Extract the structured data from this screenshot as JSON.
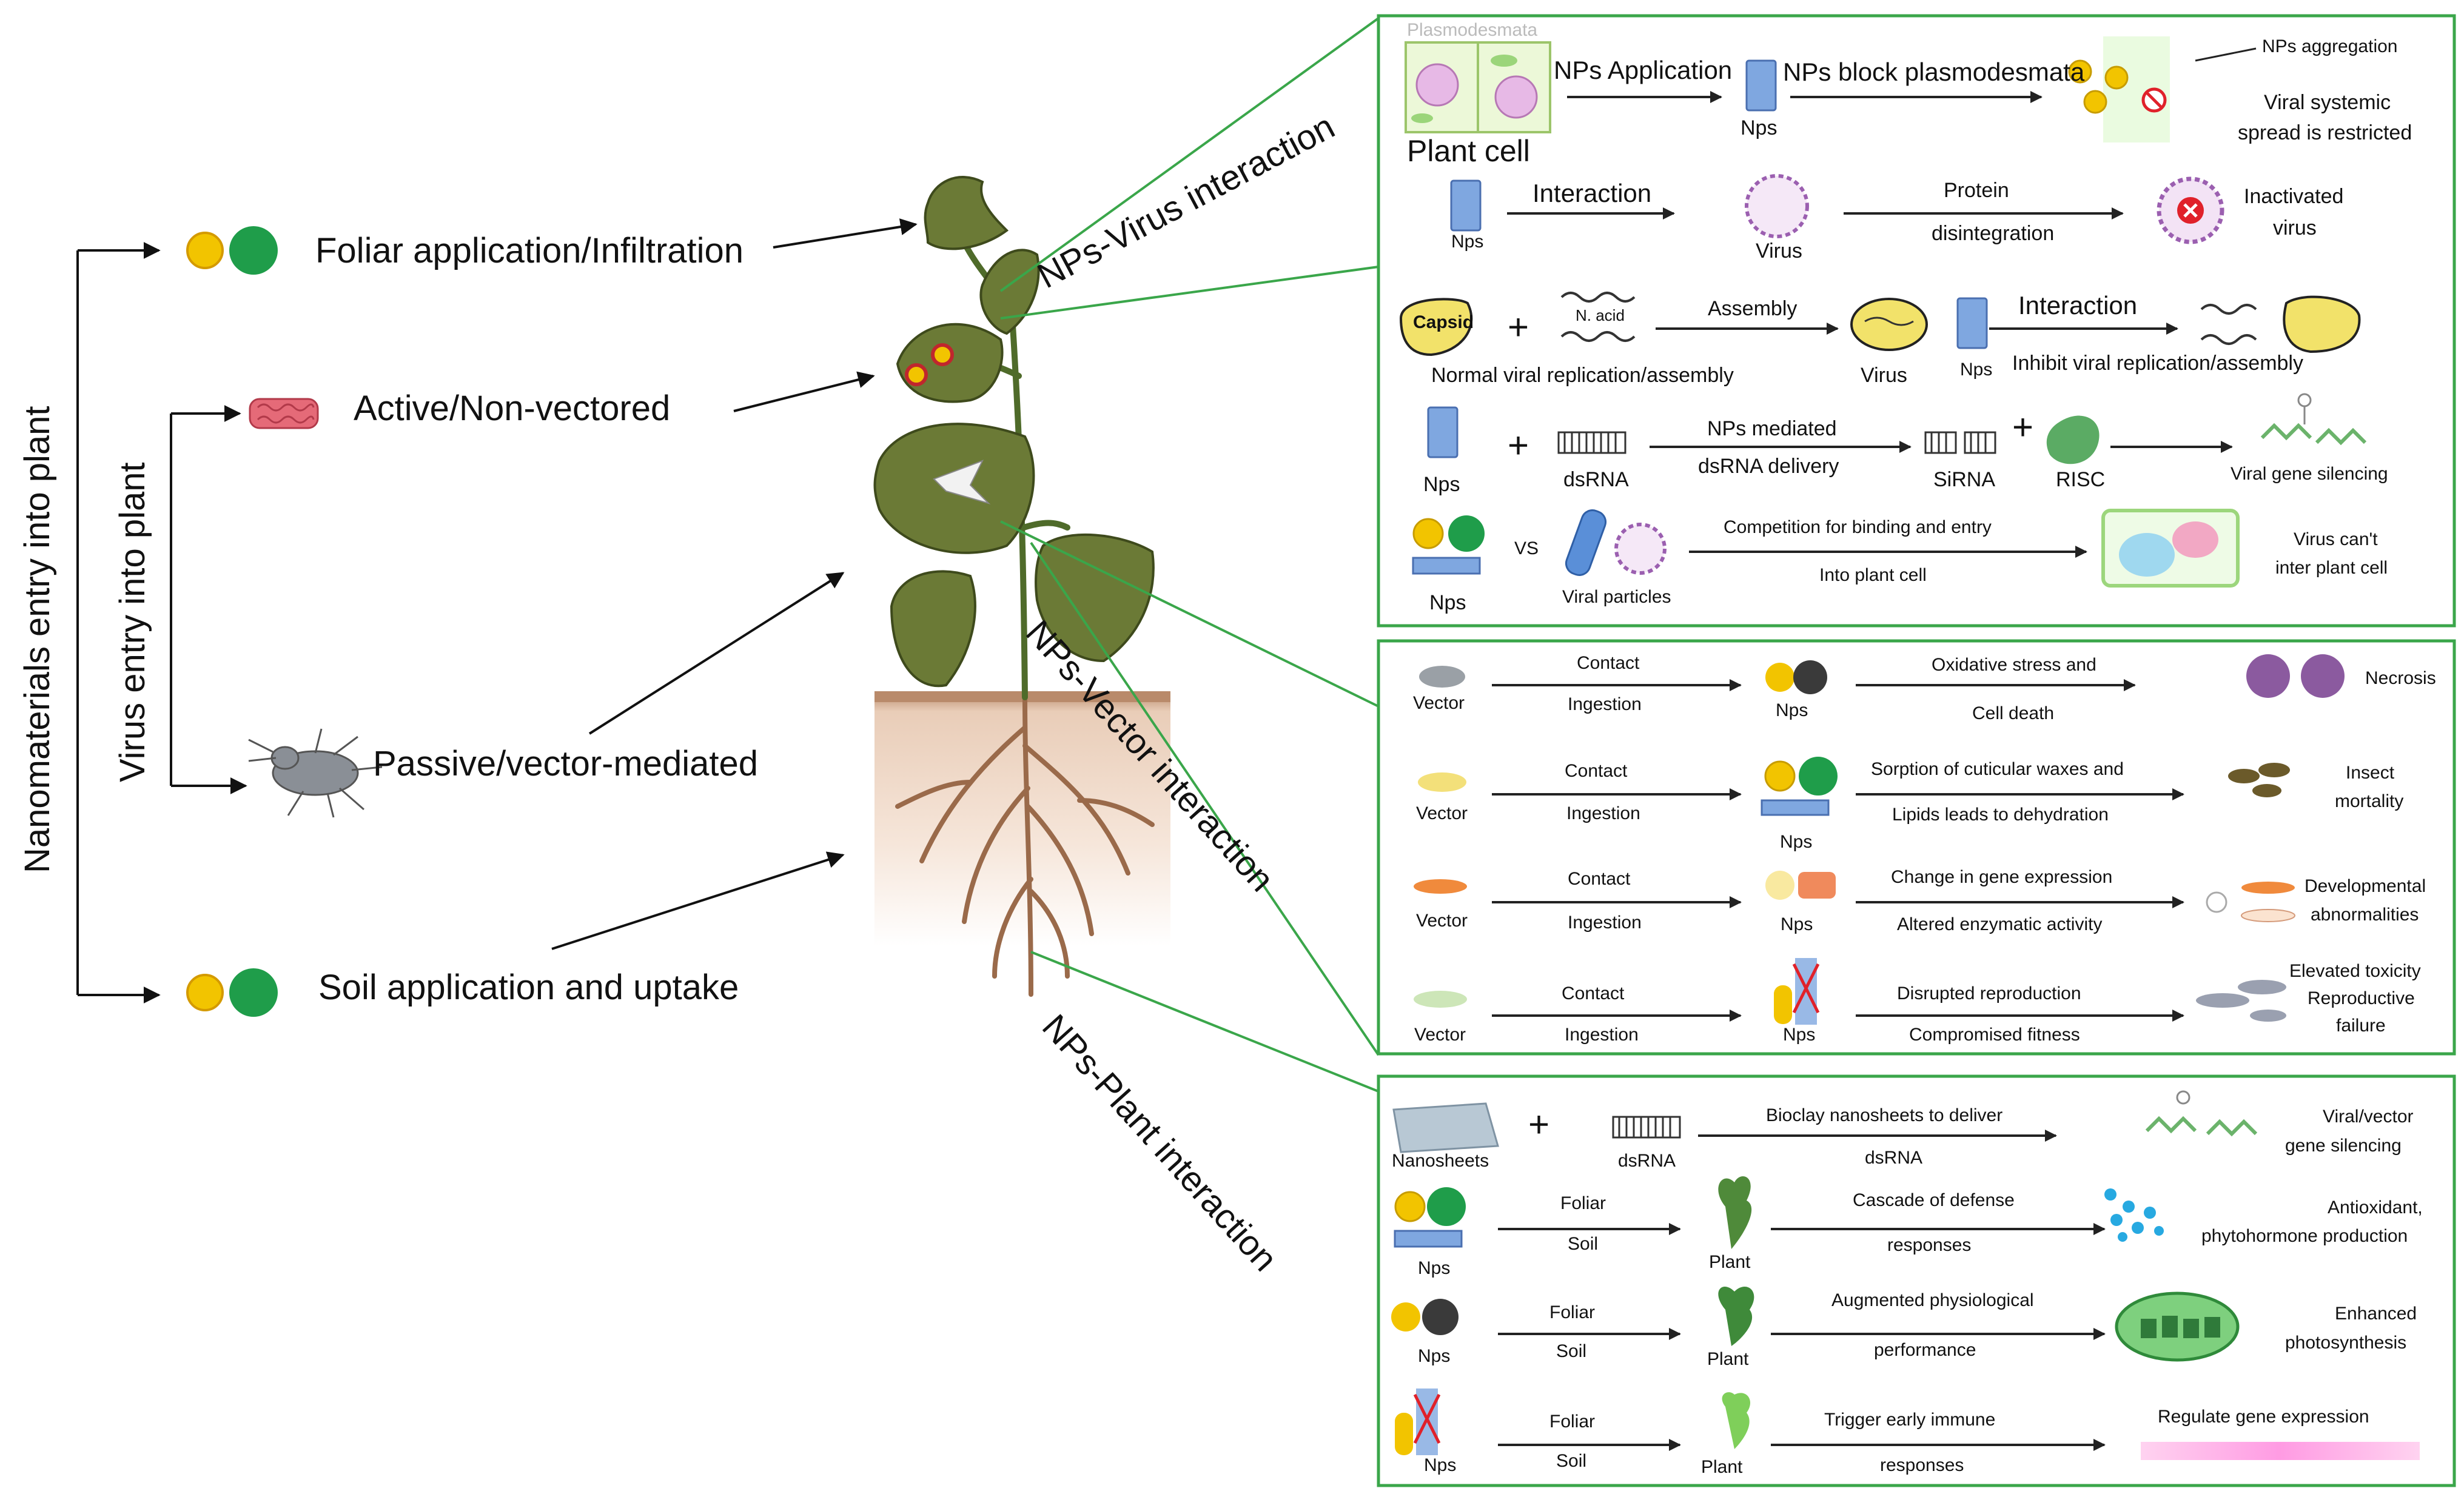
{
  "left": {
    "axis_outer": "Nanomaterials entry into plant",
    "axis_inner": "Virus entry into plant",
    "foliar": "Foliar application/Infiltration",
    "active": "Active/Non-vectored",
    "passive": "Passive/vector-mediated",
    "soil": "Soil application and uptake"
  },
  "diagonal": {
    "virus": "NPs-Virus interaction",
    "vector": "NPs-Vector interaction",
    "plant": "NPs-Plant interaction"
  },
  "virus_panel": {
    "plasmodesmata": "Plasmodesmata",
    "plant_cell": "Plant cell",
    "nps_application": "NPs Application",
    "nps": "Nps",
    "nps_block": "NPs block plasmodesmata",
    "nps_aggregation": "NPs aggregation",
    "systemic_1": "Viral systemic",
    "systemic_2": "spread is restricted",
    "interaction": "Interaction",
    "virus": "Virus",
    "protein": "Protein",
    "disintegration": "disintegration",
    "inactivated_1": "Inactivated",
    "inactivated_2": "virus",
    "capsid": "Capsid",
    "nacid": "N. acid",
    "assembly": "Assembly",
    "normal_replication": "Normal viral replication/assembly",
    "inhibit_replication": "Inhibit viral replication/assembly",
    "dsrna": "dsRNA",
    "mediated_1": "NPs mediated",
    "mediated_2": "dsRNA delivery",
    "sirna": "SiRNA",
    "risc": "RISC",
    "viral_silencing": "Viral gene silencing",
    "vs": "VS",
    "viral_particles": "Viral particles",
    "competition": "Competition for binding and entry",
    "into_cell": "Into plant cell",
    "cant_1": "Virus can't",
    "cant_2": "inter plant cell"
  },
  "vector_panel": {
    "vector": "Vector",
    "contact": "Contact",
    "ingestion": "Ingestion",
    "nps": "Nps",
    "oxidative": "Oxidative stress and",
    "cell_death": "Cell death",
    "necrosis": "Necrosis",
    "sorption": "Sorption of cuticular waxes and",
    "lipids": "Lipids leads to dehydration",
    "insect_1": "Insect",
    "insect_2": "mortality",
    "gene_change": "Change in gene expression",
    "enzymatic": "Altered enzymatic activity",
    "dev_1": "Developmental",
    "dev_2": "abnormalities",
    "disrupted": "Disrupted reproduction",
    "fitness": "Compromised fitness",
    "elev_1": "Elevated toxicity",
    "elev_2": "Reproductive",
    "elev_3": "failure"
  },
  "plant_panel": {
    "nanosheets": "Nanosheets",
    "dsrna": "dsRNA",
    "bioclay": "Bioclay nanosheets to deliver",
    "dsrna2": "dsRNA",
    "vv_1": "Viral/vector",
    "vv_2": "gene silencing",
    "foliar": "Foliar",
    "soil": "Soil",
    "plant": "Plant",
    "nps": "Nps",
    "cascade": "Cascade of defense",
    "responses": "responses",
    "anti_1": "Antioxidant,",
    "anti_2": "phytohormone production",
    "augmented": "Augmented physiological",
    "performance": "performance",
    "enh_1": "Enhanced",
    "enh_2": "photosynthesis",
    "trigger": "Trigger early immune",
    "responses2": "responses",
    "regulate": "Regulate gene expression"
  },
  "colors": {
    "panel_border": "#3aa64a",
    "leaf": "#6b7a36",
    "stem": "#4f6b2a",
    "soil_top": "#c79a7b",
    "root": "#9a6a4a",
    "np_yellow": "#f2c400",
    "np_green": "#1f9d4a",
    "np_blue": "#7fa7e0"
  }
}
